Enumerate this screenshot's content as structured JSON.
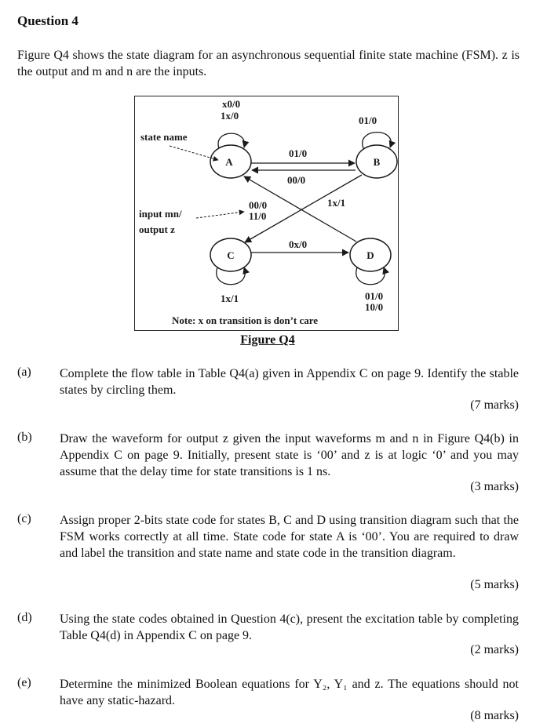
{
  "question": {
    "heading": "Question 4",
    "intro": "Figure Q4 shows the state diagram for an asynchronous sequential finite state machine (FSM). z is the output and m and n are the inputs."
  },
  "figure": {
    "caption": "Figure Q4",
    "note": "Note: x on transition is don’t care",
    "states": {
      "A": "A",
      "B": "B",
      "C": "C",
      "D": "D"
    },
    "callouts": {
      "state_name": "state name",
      "input_line1": "input mn/",
      "input_line2": "output z"
    },
    "labels": {
      "a_self_1": "x0/0",
      "a_self_2": "1x/0",
      "b_self": "01/0",
      "a_to_b": "01/0",
      "b_to_a": "00/0",
      "to_a_1": "00/0",
      "to_a_2": "11/0",
      "b_to_c": "1x/1",
      "c_to_d": "0x/0",
      "c_self": "1x/1",
      "d_self_1": "01/0",
      "d_self_2": "10/0"
    }
  },
  "parts": [
    {
      "letter": "(a)",
      "text": "Complete the flow table in Table Q4(a) given in Appendix C on page 9. Identify the stable states by circling them.",
      "marks": "(7 marks)"
    },
    {
      "letter": "(b)",
      "text": "Draw the waveform for output z given the input waveforms m and n in Figure Q4(b) in Appendix C on page 9. Initially, present state is ‘00’ and z is at logic ‘0’ and you may assume that the delay time for state transitions is 1 ns.",
      "marks": "(3 marks)"
    },
    {
      "letter": "(c)",
      "text": "Assign proper 2-bits state code for states B, C and D using transition diagram such that the FSM works correctly at all time. State code for state A is ‘00’. You are required to draw and label the transition and state name and state code in the transition diagram.",
      "marks": "(5 marks)"
    },
    {
      "letter": "(d)",
      "text": "Using the state codes obtained in Question 4(c), present the excitation table by completing Table Q4(d) in Appendix C on page 9.",
      "marks": "(2 marks)"
    },
    {
      "letter": "(e)",
      "text": "Determine the minimized Boolean equations for Y₂, Y₁ and z. The equations should not have any static-hazard.",
      "marks": "(8 marks)"
    }
  ]
}
